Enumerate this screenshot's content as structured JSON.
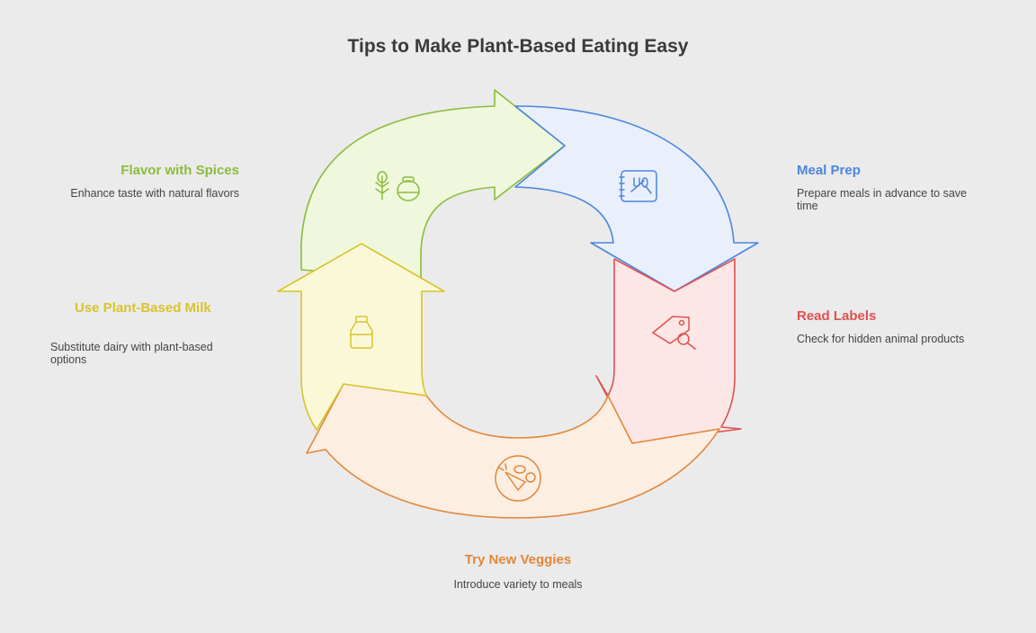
{
  "title": "Tips to Make Plant-Based Eating Easy",
  "steps": [
    {
      "id": "meal-prep",
      "title": "Meal Prep",
      "description": "Prepare meals in advance to save time",
      "color": "#4a86e0",
      "fill": "#e9f0fb",
      "icon": "meal-plan-icon"
    },
    {
      "id": "read-labels",
      "title": "Read Labels",
      "description": "Check for hidden animal products",
      "color": "#e05050",
      "fill": "#fce6e6",
      "icon": "tag-search-icon"
    },
    {
      "id": "new-veggies",
      "title": "Try New Veggies",
      "description": "Introduce variety to meals",
      "color": "#e2883a",
      "fill": "#fdeee2",
      "icon": "vegetables-icon"
    },
    {
      "id": "plant-milk",
      "title": "Use Plant-Based Milk",
      "description": "Substitute dairy with plant-based options",
      "color": "#d8c42c",
      "fill": "#fbf8d8",
      "icon": "milk-bottle-icon"
    },
    {
      "id": "spices",
      "title": "Flavor with Spices",
      "description": "Enhance taste with natural flavors",
      "color": "#8bbc3c",
      "fill": "#eff8dc",
      "icon": "herbs-spices-icon"
    }
  ]
}
